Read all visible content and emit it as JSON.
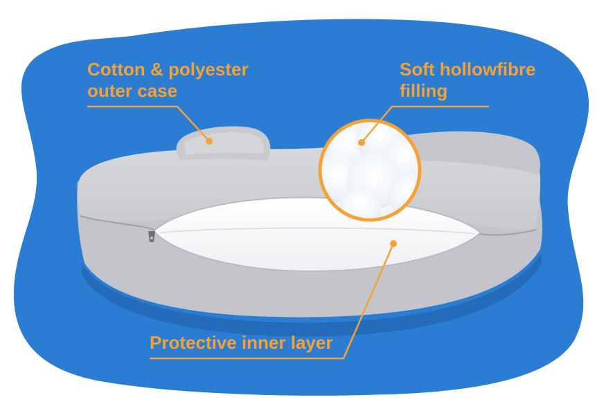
{
  "colors": {
    "background_blob": "#2a7dd3",
    "accent": "#f6a135",
    "case_grey": "#d3d4d8",
    "case_shadow": "#b9bbc1",
    "inner_layer": "#ffffff"
  },
  "labels": {
    "outer_case_line1": "Cotton & polyester",
    "outer_case_line2": "outer case",
    "filling_line1": "Soft hollowfibre",
    "filling_line2": "filling",
    "inner_layer": "Protective inner layer"
  },
  "icons": {
    "zip_pull": "zip-pull-icon"
  }
}
